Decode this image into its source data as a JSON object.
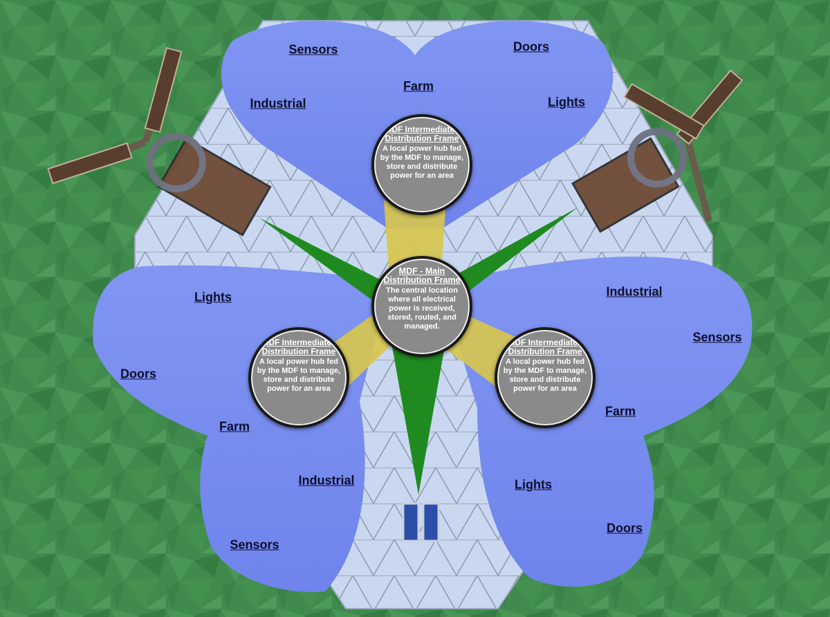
{
  "diagram": {
    "mdf": {
      "title": "MDF - Main Distribution Frame",
      "description": "The central location where all electrical power is received, stored, routed, and managed."
    },
    "idf_nodes": [
      {
        "title": "IDF Intermediate Distribution Frame",
        "description": "A local power hub fed by  the MDF to manage, store and distribute power for an area"
      },
      {
        "title": "IDF Intermediate Distribution Frame",
        "description": "A local power hub fed by  the MDF to manage, store and distribute power for an area"
      },
      {
        "title": "IDF Intermediate Distribution Frame",
        "description": "A local power hub fed by  the MDF to manage, store and distribute power for an area"
      }
    ],
    "zones": {
      "top": [
        "Sensors",
        "Doors",
        "Farm",
        "Industrial",
        "Lights"
      ],
      "left": [
        "Lights",
        "Doors",
        "Farm",
        "Industrial",
        "Sensors"
      ],
      "right": [
        "Industrial",
        "Sensors",
        "Farm",
        "Lights",
        "Doors"
      ]
    },
    "colors": {
      "grass": "#3f8a4c",
      "zone_fill": "#7b8ef0",
      "floor": "#c6d6ef",
      "primary_feed": "#1f8a1f",
      "secondary_feed": "#d8c74a",
      "node_fill": "#8a8a8a"
    }
  }
}
